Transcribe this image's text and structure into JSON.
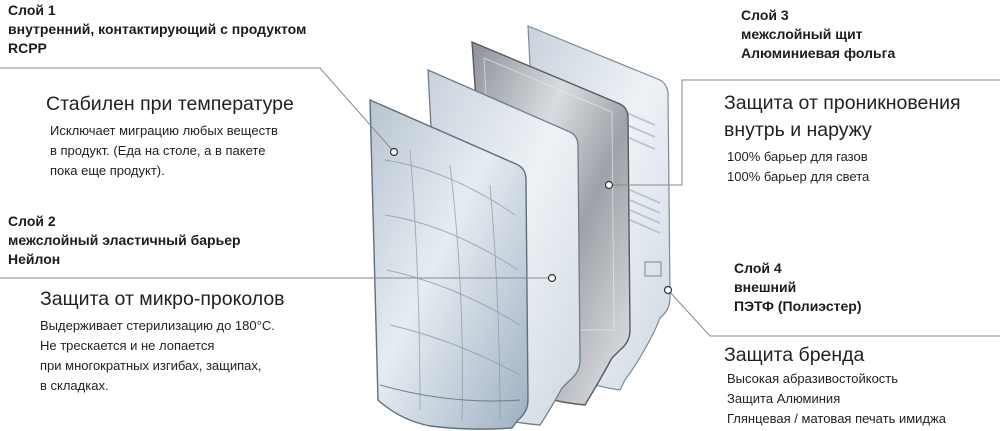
{
  "layers": [
    {
      "id": "layer1",
      "title_lines": [
        "Слой 1",
        "внутренний, контактирующий с продуктом",
        "RCPP"
      ],
      "heading": "Стабилен при температуре",
      "desc_lines": [
        "Исключает миграцию любых веществ",
        "в продукт. (Еда на столе, а в пакете",
        "пока еще продукт)."
      ]
    },
    {
      "id": "layer2",
      "title_lines": [
        "Слой 2",
        "межслойный эластичный барьер",
        "Нейлон"
      ],
      "heading": "Защита от микро-проколов",
      "desc_lines": [
        "Выдерживает стерилизацию до 180°C.",
        "Не трескается и не лопается",
        "при многократных изгибах, защипах,",
        "в складках."
      ]
    },
    {
      "id": "layer3",
      "title_lines": [
        "Слой 3",
        "межслойный щит",
        "Алюминиевая фольга"
      ],
      "heading_lines": [
        "Защита от проникновения",
        "внутрь и наружу"
      ],
      "desc_lines": [
        "100% барьер для газов",
        "100% барьер для света"
      ]
    },
    {
      "id": "layer4",
      "title_lines": [
        "Слой 4",
        "внешний",
        "ПЭТФ (Полиэстер)"
      ],
      "heading": "Защита бренда",
      "desc_lines": [
        "Высокая абразивостойкость",
        "Защита Алюминия",
        "Глянцевая / матовая печать имиджа"
      ]
    }
  ],
  "colors": {
    "text": "#1c1c1c",
    "leader_line": "#8a8a8a",
    "film": "#dfe6ee",
    "foil": "#b9bdc3"
  }
}
